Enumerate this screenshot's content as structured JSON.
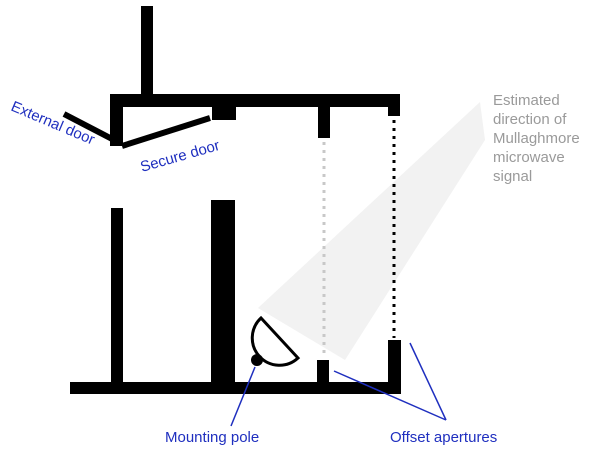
{
  "labels": {
    "external_door": "External door",
    "secure_door": "Secure door",
    "signal_direction": [
      "Estimated",
      "direction of",
      "Mullaghmore",
      "microwave",
      "signal"
    ],
    "mounting_pole": "Mounting pole",
    "offset_apertures": "Offset apertures"
  },
  "colors": {
    "walls": "#000000",
    "label_blue": "#1f2fbf",
    "label_grey": "#9a9a9a",
    "signal_beam": "#f2f2f2",
    "aperture_dots_left": "#c8c8c8",
    "aperture_dots_right": "#000000"
  },
  "icons": {
    "dish": "satellite-dish-icon",
    "pole": "mounting-pole-icon"
  }
}
